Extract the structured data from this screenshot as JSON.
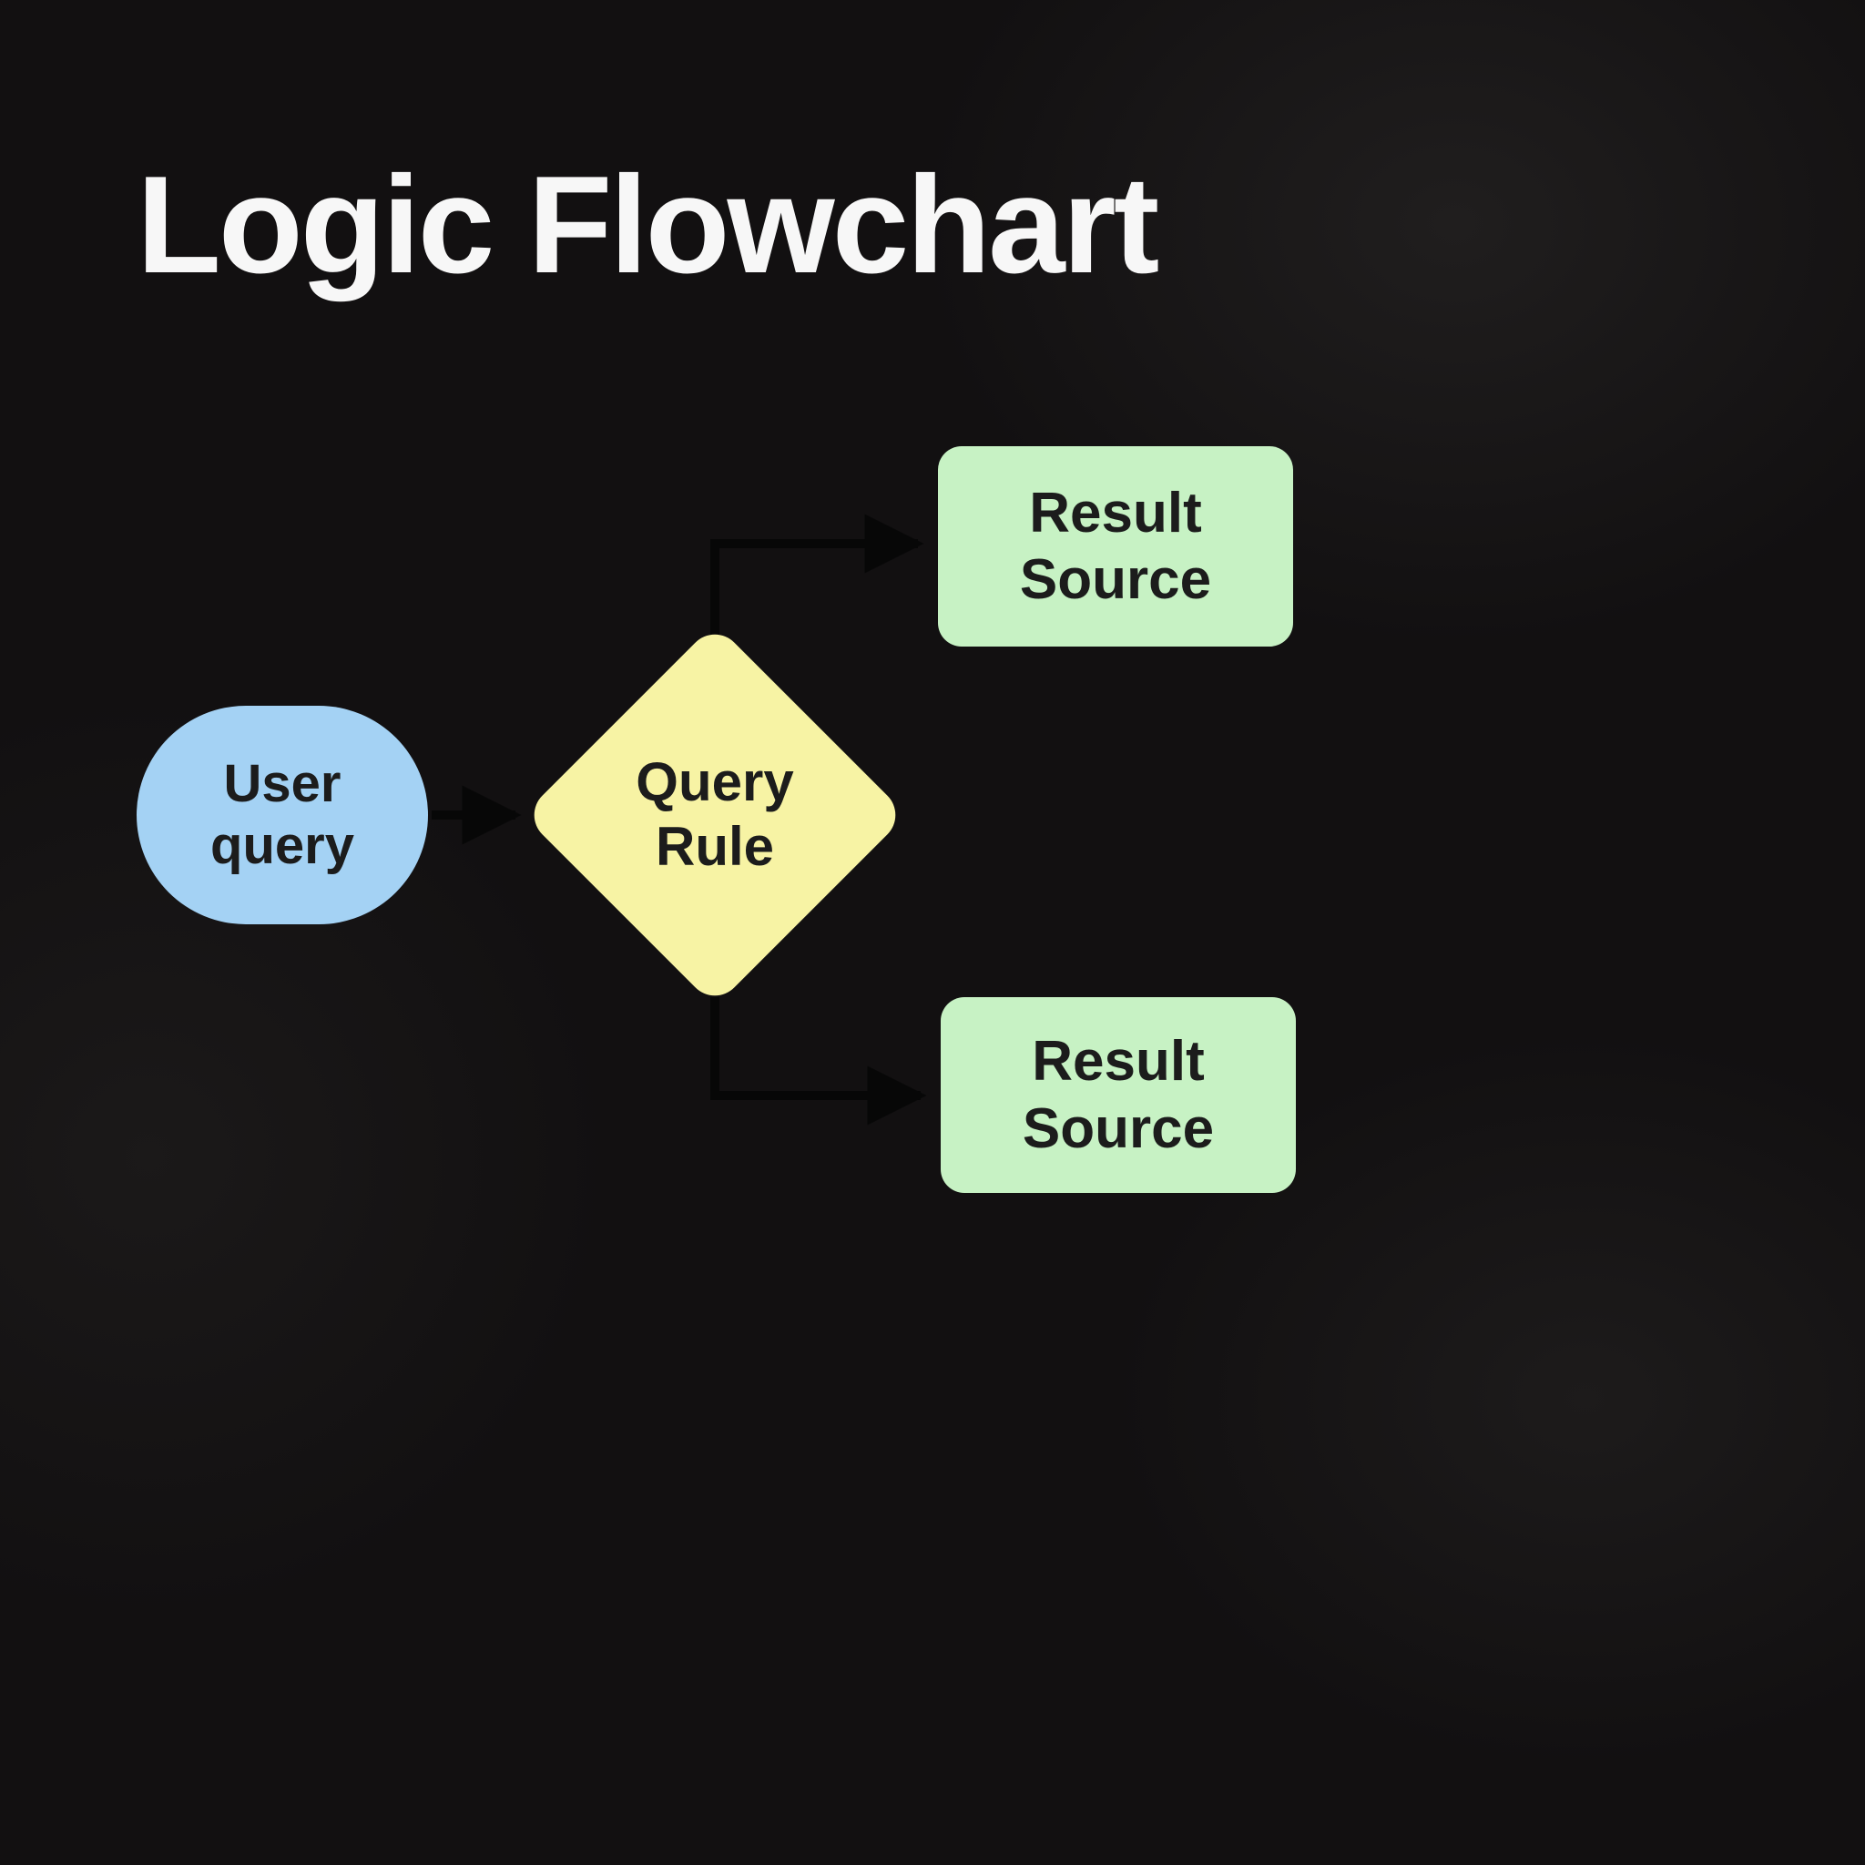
{
  "title": "Logic Flowchart",
  "nodes": {
    "user_query": {
      "label": "User query",
      "shape": "stadium"
    },
    "query_rule": {
      "label": "Query Rule",
      "shape": "diamond"
    },
    "result_source_top": {
      "label": "Result Source",
      "shape": "rounded-rect"
    },
    "result_source_bottom": {
      "label": "Result Source",
      "shape": "rounded-rect"
    }
  },
  "edges": [
    {
      "from": "user_query",
      "to": "query_rule"
    },
    {
      "from": "query_rule",
      "to": "result_source_top"
    },
    {
      "from": "query_rule",
      "to": "result_source_bottom"
    }
  ],
  "colors": {
    "background": "#121011",
    "bg_blob": "#201e1e",
    "title_text": "#f7f7f7",
    "node_blue": "#a4d2f4",
    "node_yellow": "#f7f3a4",
    "node_green": "#c7f2c4",
    "node_text": "#1c1c1c",
    "arrow": "#070707"
  }
}
